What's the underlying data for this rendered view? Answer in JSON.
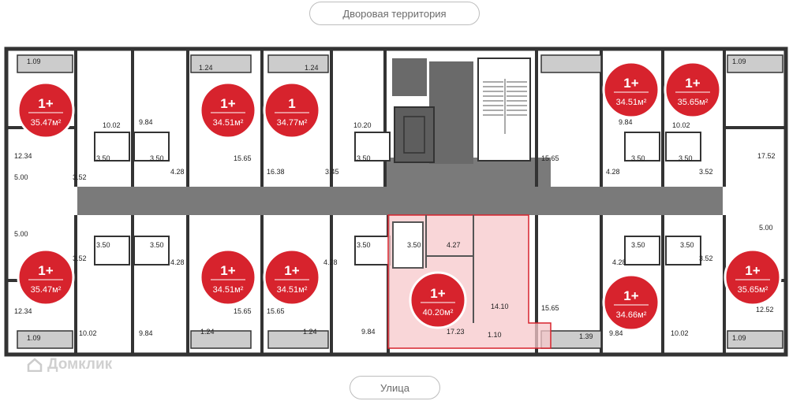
{
  "labels": {
    "top_street": "Дворовая территория",
    "bottom_street": "Улица",
    "watermark": "Домклик"
  },
  "colors": {
    "badge": "#d7232d",
    "corridor": "#7a7a7a",
    "wall": "#333333",
    "selected_fill": "#f7c8cb",
    "selected_stroke": "#d7232d"
  },
  "badges": [
    {
      "rooms": "1+",
      "area": "35.47м²"
    },
    {
      "rooms": "1+",
      "area": "34.51м²"
    },
    {
      "rooms": "1",
      "area": "34.77м²"
    },
    {
      "rooms": "1+",
      "area": "34.51м²"
    },
    {
      "rooms": "1+",
      "area": "35.65м²"
    },
    {
      "rooms": "1+",
      "area": "35.47м²"
    },
    {
      "rooms": "1+",
      "area": "34.51м²"
    },
    {
      "rooms": "1+",
      "area": "34.51м²"
    },
    {
      "rooms": "1+",
      "area": "40.20м²"
    },
    {
      "rooms": "1+",
      "area": "34.66м²"
    },
    {
      "rooms": "1+",
      "area": "35.65м²"
    }
  ],
  "dims": [
    "1.09",
    "10.02",
    "12.34",
    "5.00",
    "3.52",
    "3.50",
    "9.84",
    "3.50",
    "4.28",
    "1.24",
    "15.65",
    "16.38",
    "3.45",
    "10.20",
    "3.50",
    "1.24",
    "15.65",
    "9.84",
    "4.28",
    "3.50",
    "10.02",
    "3.50",
    "3.52",
    "17.52",
    "1.09",
    "5.00",
    "3.52",
    "12.34",
    "1.09",
    "10.02",
    "3.50",
    "3.50",
    "9.84",
    "4.28",
    "15.65",
    "1.24",
    "15.65",
    "4.28",
    "1.24",
    "3.50",
    "9.84",
    "3.50",
    "4.27",
    "17.23",
    "14.10",
    "1.10",
    "15.65",
    "1.39",
    "4.28",
    "3.50",
    "9.84",
    "3.50",
    "3.52",
    "10.02",
    "5.00",
    "12.52",
    "1.09"
  ]
}
